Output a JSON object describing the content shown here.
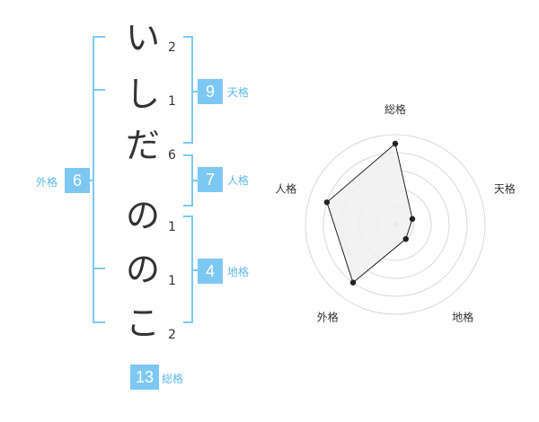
{
  "name": {
    "characters": [
      "い",
      "し",
      "だ",
      "の",
      "の",
      "こ"
    ],
    "strokes": [
      "2",
      "1",
      "6",
      "1",
      "1",
      "2"
    ]
  },
  "fortune": {
    "tenkaku": {
      "label": "天格",
      "value": "9"
    },
    "jinkaku": {
      "label": "人格",
      "value": "7"
    },
    "chikaku": {
      "label": "地格",
      "value": "4"
    },
    "gaikaku": {
      "label": "外格",
      "value": "6"
    },
    "soukaku": {
      "label": "総格",
      "value": "13"
    }
  },
  "chart_data": {
    "type": "radar",
    "axes": [
      "総格",
      "天格",
      "地格",
      "外格",
      "人格"
    ],
    "values": [
      4.5,
      1,
      1,
      4,
      4
    ],
    "max": 5,
    "rings": 5
  },
  "colors": {
    "accent": "#7cc8f2",
    "accent_text": "#5fb7ea",
    "text": "#333333",
    "ring": "#d9d9d9",
    "fill": "#f0f0f0"
  }
}
